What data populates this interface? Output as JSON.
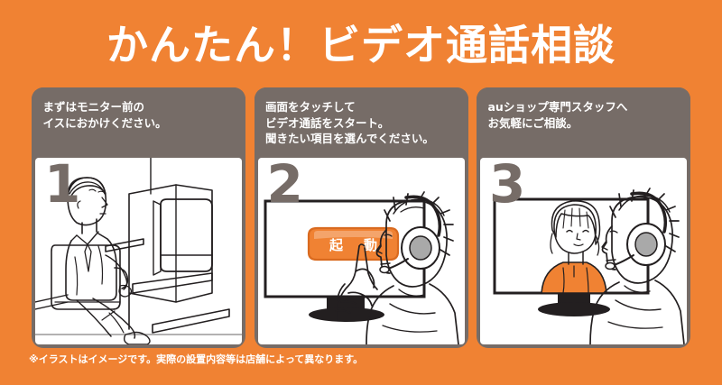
{
  "poster": {
    "background_color": "#f08233",
    "title": "かんたん！ビデオ通話相談",
    "footnote": "※イラストはイメージです。実際の設置内容等は店舗によって異なります。",
    "panel_header_color": "#766c67",
    "panel_body_color": "#ffffff",
    "accent_color": "#f08233",
    "line_color": "#231f20"
  },
  "panels": [
    {
      "number": "1",
      "lines": [
        "まずはモニター前の",
        "イスにおかけください。"
      ],
      "illustration_name": "seated-customer-at-booth"
    },
    {
      "number": "2",
      "lines": [
        "画面をタッチして",
        "ビデオ通話をスタート。",
        "聞きたい項目を選んでください。"
      ],
      "illustration_name": "customer-touching-start-button",
      "screen_button_label": "起動"
    },
    {
      "number": "3",
      "lines": [
        "auショップ専門スタッフへ",
        "お気軽にご相談。"
      ],
      "illustration_name": "video-call-with-staff"
    }
  ]
}
